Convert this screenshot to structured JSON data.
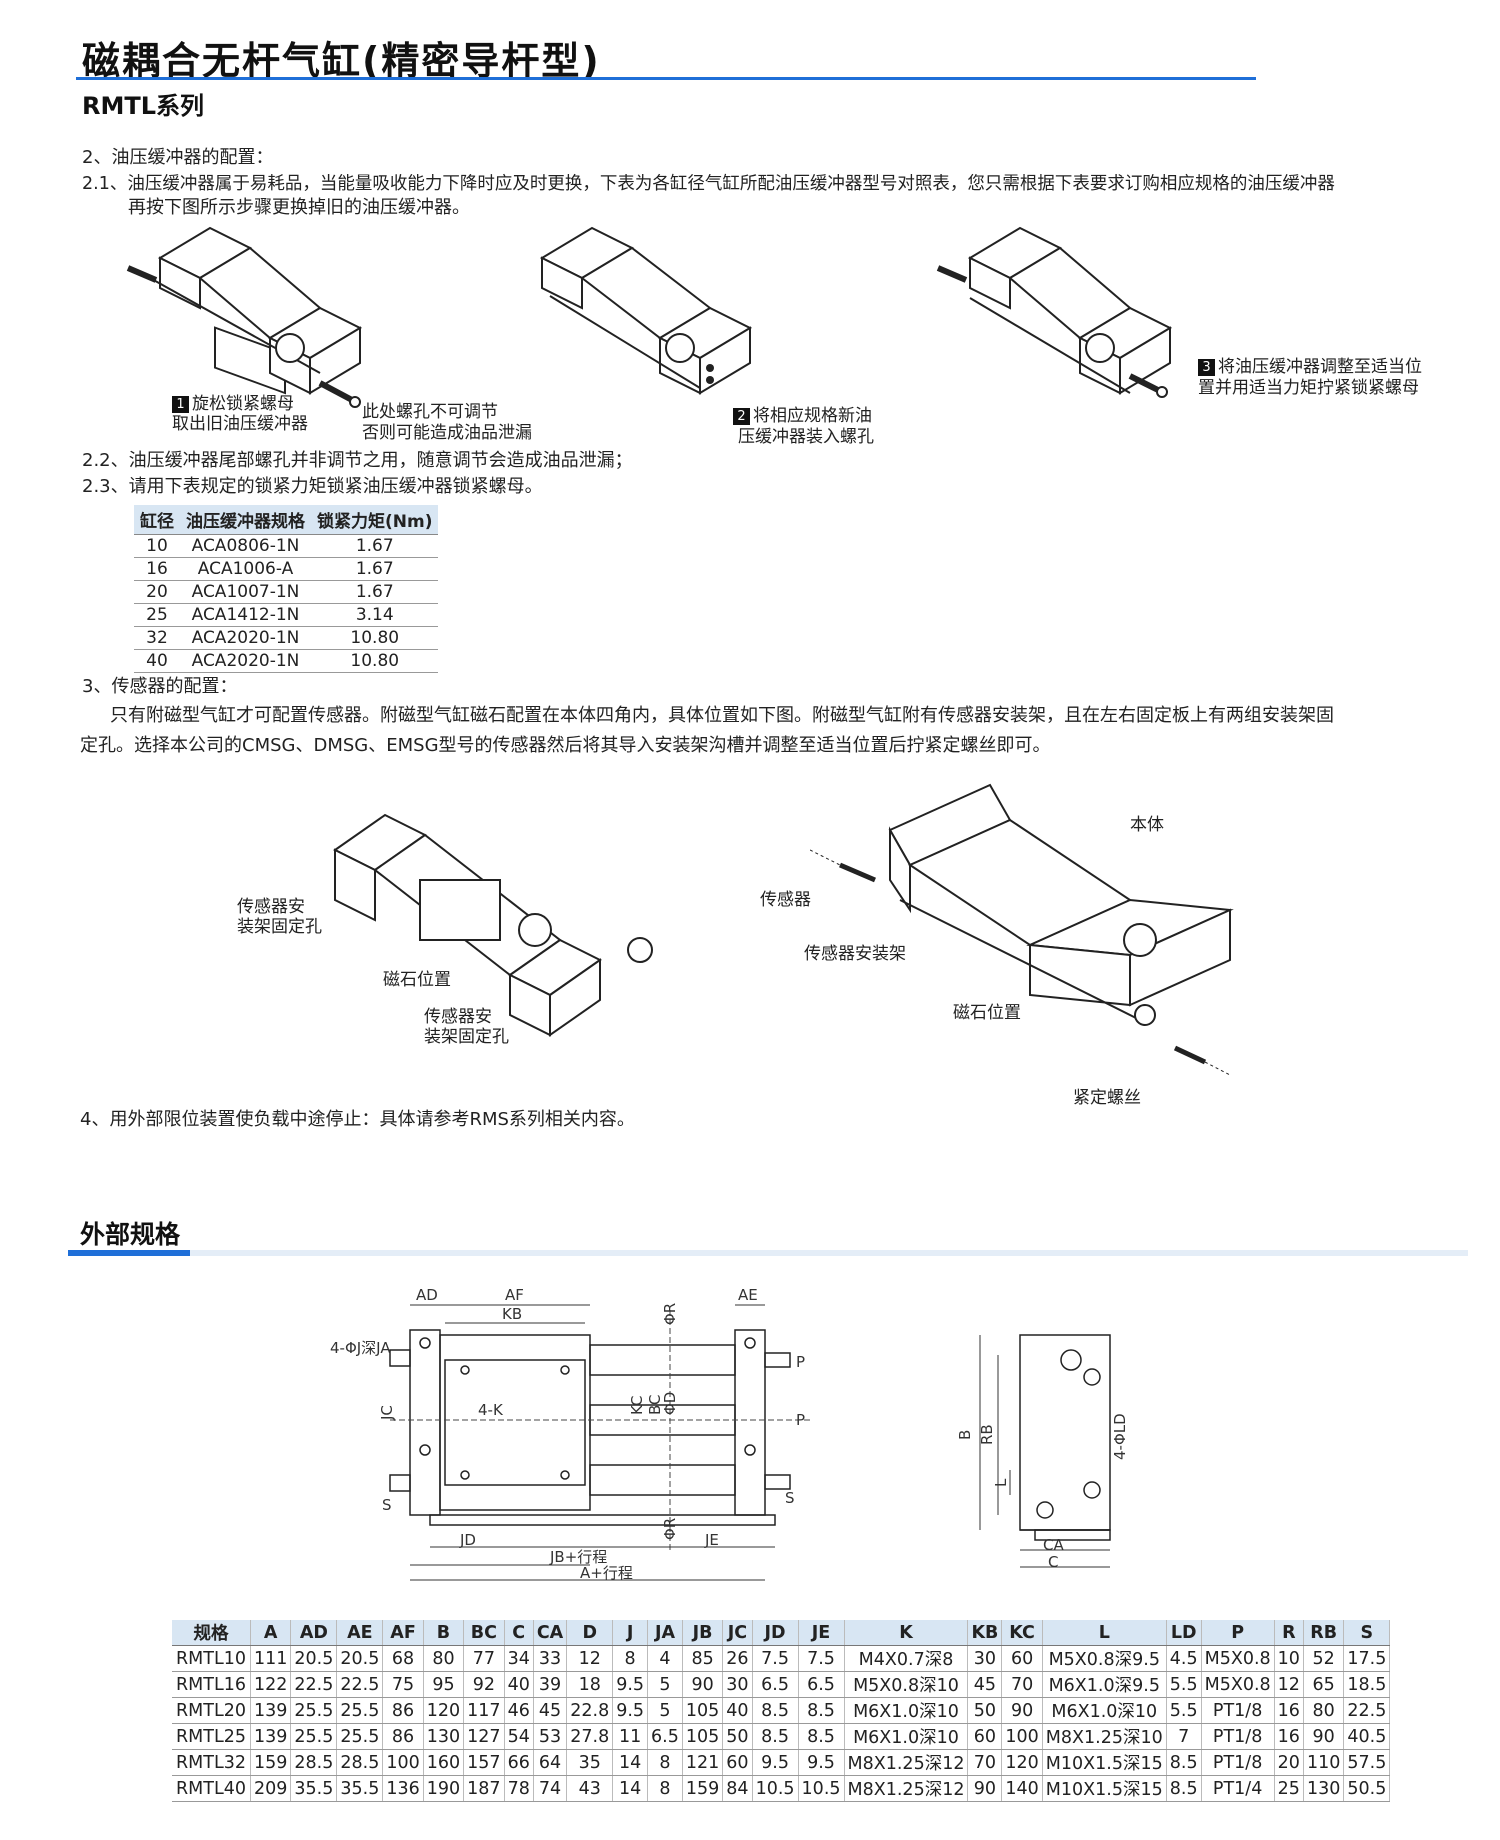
{
  "header": {
    "title": "磁耦合无杆气缸(精密导杆型)",
    "series": "RMTL系列"
  },
  "section2": {
    "heading": "2、油压缓冲器的配置：",
    "p1_line1": "2.1、油压缓冲器属于易耗品，当能量吸收能力下降时应及时更换，下表为各缸径气缸所配油压缓冲器型号对照表，您只需根据下表要求订购相应规格的油压缓冲器",
    "p1_line2": "再按下图所示步骤更换掉旧的油压缓冲器。",
    "step1_num": "1",
    "step1_a": "旋松锁紧螺母",
    "step1_b": "取出旧油压缓冲器",
    "hole_a": "此处螺孔不可调节",
    "hole_b": "否则可能造成油品泄漏",
    "step2_num": "2",
    "step2_a": "将相应规格新油",
    "step2_b": "压缓冲器装入螺孔",
    "step3_num": "3",
    "step3_a": "将油压缓冲器调整至适当位",
    "step3_b": "置并用适当力矩拧紧锁紧螺母",
    "p2": "2.2、油压缓冲器尾部螺孔并非调节之用，随意调节会造成油品泄漏；",
    "p3": "2.3、请用下表规定的锁紧力矩锁紧油压缓冲器锁紧螺母。",
    "table_headers": [
      "缸径",
      "油压缓冲器规格",
      "锁紧力矩(Nm)"
    ],
    "table_rows": [
      [
        "10",
        "ACA0806-1N",
        "1.67"
      ],
      [
        "16",
        "ACA1006-A",
        "1.67"
      ],
      [
        "20",
        "ACA1007-1N",
        "1.67"
      ],
      [
        "25",
        "ACA1412-1N",
        "3.14"
      ],
      [
        "32",
        "ACA2020-1N",
        "10.80"
      ],
      [
        "40",
        "ACA2020-1N",
        "10.80"
      ]
    ]
  },
  "section3": {
    "heading": "3、传感器的配置：",
    "line1": "只有附磁型气缸才可配置传感器。附磁型气缸磁石配置在本体四角内，具体位置如下图。附磁型气缸附有传感器安装架，且在左右固定板上有两组安装架固",
    "line2": "定孔。选择本公司的CMSG、DMSG、EMSG型号的传感器然后将其导入安装架沟槽并调整至适当位置后拧紧定螺丝即可。",
    "lbl_bracket_hole_a": "传感器安",
    "lbl_bracket_hole_b": "装架固定孔",
    "lbl_magnet": "磁石位置",
    "lbl_sensor": "传感器",
    "lbl_body": "本体",
    "lbl_sensor_bracket": "传感器安装架",
    "lbl_set_screw": "紧定螺丝"
  },
  "section4": {
    "text": "4、用外部限位装置使负载中途停止：具体请参考RMS系列相关内容。"
  },
  "external": {
    "heading": "外部规格",
    "dims": {
      "AD": "AD",
      "AF": "AF",
      "KB": "KB",
      "AE": "AE",
      "PhiR": "ΦR",
      "J": "4-ΦJ深JA",
      "K": "4-K",
      "JC": "JC",
      "KC": "KC",
      "BC": "BC",
      "PhiD": "ΦD",
      "P": "P",
      "S": "S",
      "JD": "JD",
      "JE": "JE",
      "JB": "JB+行程",
      "A": "A+行程",
      "B": "B",
      "RB": "RB",
      "L": "L",
      "LD": "4-ΦLD",
      "CA": "CA",
      "C": "C"
    },
    "table_headers": [
      "规格",
      "A",
      "AD",
      "AE",
      "AF",
      "B",
      "BC",
      "C",
      "CA",
      "D",
      "J",
      "JA",
      "JB",
      "JC",
      "JD",
      "JE",
      "K",
      "KB",
      "KC",
      "L",
      "LD",
      "P",
      "R",
      "RB",
      "S"
    ],
    "table_rows": [
      [
        "RMTL10",
        "111",
        "20.5",
        "20.5",
        "68",
        "80",
        "77",
        "34",
        "33",
        "12",
        "8",
        "4",
        "85",
        "26",
        "7.5",
        "7.5",
        "M4X0.7深8",
        "30",
        "60",
        "M5X0.8深9.5",
        "4.5",
        "M5X0.8",
        "10",
        "52",
        "17.5"
      ],
      [
        "RMTL16",
        "122",
        "22.5",
        "22.5",
        "75",
        "95",
        "92",
        "40",
        "39",
        "18",
        "9.5",
        "5",
        "90",
        "30",
        "6.5",
        "6.5",
        "M5X0.8深10",
        "45",
        "70",
        "M6X1.0深9.5",
        "5.5",
        "M5X0.8",
        "12",
        "65",
        "18.5"
      ],
      [
        "RMTL20",
        "139",
        "25.5",
        "25.5",
        "86",
        "120",
        "117",
        "46",
        "45",
        "22.8",
        "9.5",
        "5",
        "105",
        "40",
        "8.5",
        "8.5",
        "M6X1.0深10",
        "50",
        "90",
        "M6X1.0深10",
        "5.5",
        "PT1/8",
        "16",
        "80",
        "22.5"
      ],
      [
        "RMTL25",
        "139",
        "25.5",
        "25.5",
        "86",
        "130",
        "127",
        "54",
        "53",
        "27.8",
        "11",
        "6.5",
        "105",
        "50",
        "8.5",
        "8.5",
        "M6X1.0深10",
        "60",
        "100",
        "M8X1.25深10",
        "7",
        "PT1/8",
        "16",
        "90",
        "40.5"
      ],
      [
        "RMTL32",
        "159",
        "28.5",
        "28.5",
        "100",
        "160",
        "157",
        "66",
        "64",
        "35",
        "14",
        "8",
        "121",
        "60",
        "9.5",
        "9.5",
        "M8X1.25深12",
        "70",
        "120",
        "M10X1.5深15",
        "8.5",
        "PT1/8",
        "20",
        "110",
        "57.5"
      ],
      [
        "RMTL40",
        "209",
        "35.5",
        "35.5",
        "136",
        "190",
        "187",
        "78",
        "74",
        "43",
        "14",
        "8",
        "159",
        "84",
        "10.5",
        "10.5",
        "M8X1.25深12",
        "90",
        "140",
        "M10X1.5深15",
        "8.5",
        "PT1/4",
        "25",
        "130",
        "50.5"
      ]
    ]
  }
}
